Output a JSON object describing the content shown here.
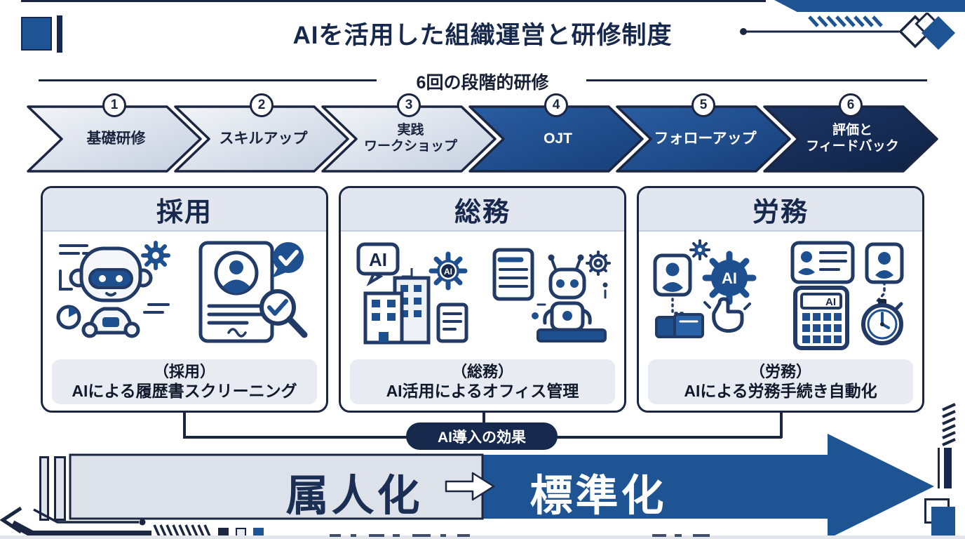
{
  "page": {
    "title": "AIを活用した組織運営と研修制度",
    "subtitle": "6回の段階的研修"
  },
  "steps": [
    {
      "num": "1",
      "lines": [
        "基礎研修"
      ],
      "tone": "light"
    },
    {
      "num": "2",
      "lines": [
        "スキルアップ"
      ],
      "tone": "light"
    },
    {
      "num": "3",
      "lines": [
        "実践",
        "ワークショップ"
      ],
      "tone": "light"
    },
    {
      "num": "4",
      "lines": [
        "OJT"
      ],
      "tone": "blue"
    },
    {
      "num": "5",
      "lines": [
        "フォローアップ"
      ],
      "tone": "blue"
    },
    {
      "num": "6",
      "lines": [
        "評価と",
        "フィードバック"
      ],
      "tone": "dark"
    }
  ],
  "cards": [
    {
      "title": "採用",
      "caption_head": "（採用）",
      "caption_body": "AIによる履歴書スクリーニング",
      "icons": [
        "ai-robot-icon",
        "resume-screening-icon"
      ]
    },
    {
      "title": "総務",
      "caption_head": "（総務）",
      "caption_body": "AI活用によるオフィス管理",
      "icons": [
        "ai-office-building-icon",
        "office-robot-icon"
      ]
    },
    {
      "title": "労務",
      "caption_head": "（労務）",
      "caption_body": "AIによる労務手続き自動化",
      "icons": [
        "hr-ai-gear-icon",
        "ai-calculator-stopwatch-icon"
      ]
    }
  ],
  "effect": {
    "badge_label": "AI導入の効果",
    "from_label": "属人化",
    "arrow_symbol": "→",
    "to_label": "標準化"
  },
  "misc": {
    "ai_label": "AI"
  },
  "colors": {
    "navy": "#1b2742",
    "deep_navy": "#13294e",
    "blue": "#1e5493",
    "light_fill": "#e8ebf1",
    "card_header": "#e2e6ee"
  }
}
